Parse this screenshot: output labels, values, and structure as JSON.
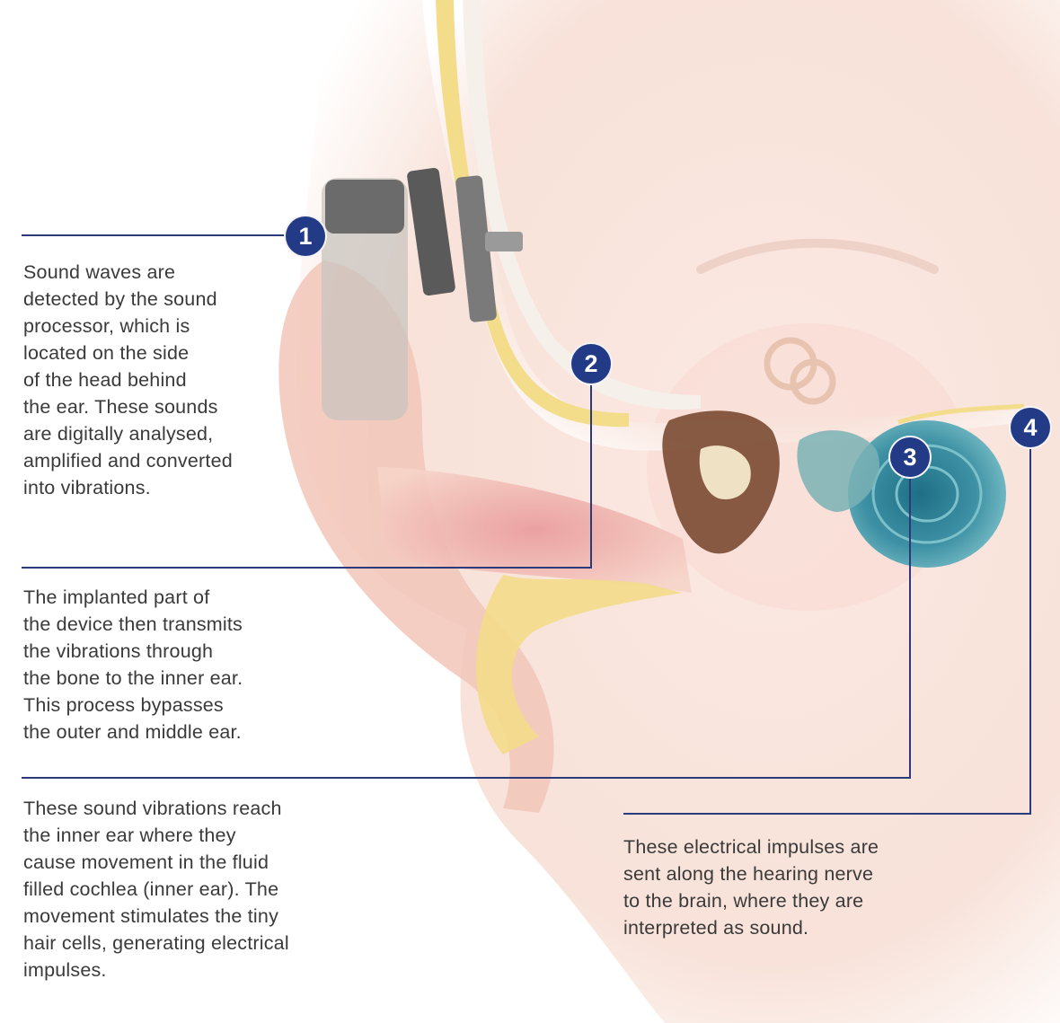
{
  "steps": [
    {
      "number": "1",
      "text": "Sound waves are\ndetected by the sound\nprocessor, which is\nlocated on the side\nof the head behind\nthe ear. These sounds\nare digitally analysed,\namplified and converted\ninto vibrations."
    },
    {
      "number": "2",
      "text": "The implanted part of\nthe device then transmits\nthe vibrations through\nthe bone to the inner ear.\nThis process bypasses\nthe outer and middle ear."
    },
    {
      "number": "3",
      "text": "These sound vibrations reach\nthe inner ear where they\ncause movement in the fluid\nfilled cochlea (inner ear). The\nmovement stimulates the tiny\nhair cells, generating electrical\nimpulses."
    },
    {
      "number": "4",
      "text": "These electrical impulses are\nsent along the hearing nerve\nto the brain, where they are\ninterpreted as sound."
    }
  ],
  "colors": {
    "badge": "#233a86",
    "leader_line": "#2b3a7a",
    "skin": "#f6dcd2",
    "bone": "#f3dc8a",
    "cochlea": "#2f7f95"
  }
}
